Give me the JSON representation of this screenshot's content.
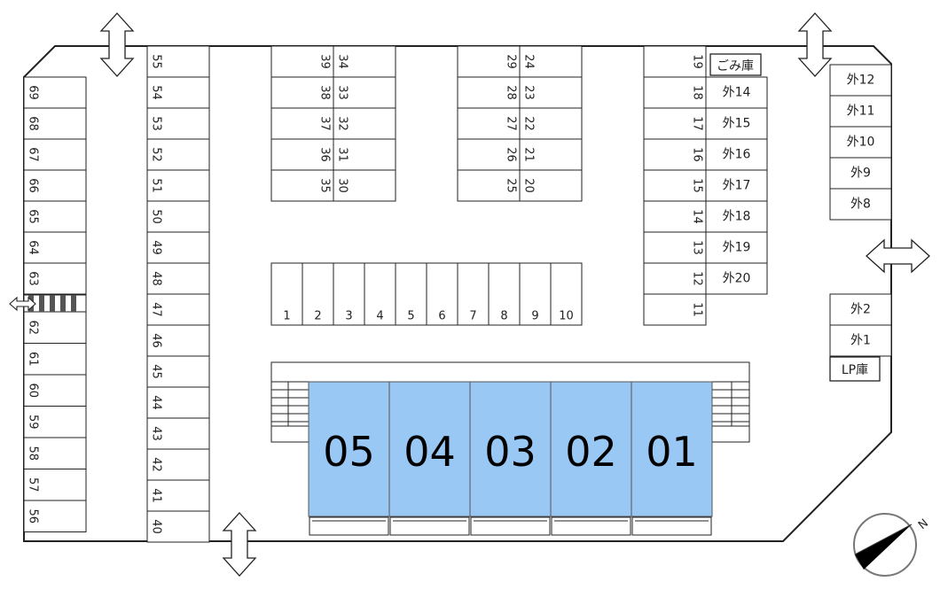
{
  "left_column_a": [
    "69",
    "68",
    "67",
    "66",
    "65",
    "64",
    "63"
  ],
  "left_column_b": [
    "62",
    "61",
    "60",
    "59",
    "58",
    "57",
    "56"
  ],
  "column_40_55": [
    "55",
    "54",
    "53",
    "52",
    "51",
    "50",
    "49",
    "48",
    "47",
    "46",
    "45",
    "44",
    "43",
    "42",
    "41",
    "40"
  ],
  "block_30s": {
    "left": [
      "39",
      "38",
      "37",
      "36",
      "35"
    ],
    "right": [
      "34",
      "33",
      "32",
      "31",
      "30"
    ]
  },
  "block_20s": {
    "left": [
      "29",
      "28",
      "27",
      "26",
      "25"
    ],
    "right": [
      "24",
      "23",
      "22",
      "21",
      "20"
    ]
  },
  "row_1_10": [
    "1",
    "2",
    "3",
    "4",
    "5",
    "6",
    "7",
    "8",
    "9",
    "10"
  ],
  "column_11_19": [
    "19",
    "18",
    "17",
    "16",
    "15",
    "14",
    "13",
    "12",
    "11"
  ],
  "garbage_shed": "ごみ庫",
  "outside_a": [
    "外14",
    "外15",
    "外16",
    "外17",
    "外18",
    "外19",
    "外20"
  ],
  "outside_b": [
    "外12",
    "外11",
    "外10",
    "外9",
    "外8"
  ],
  "outside_c": [
    "外2",
    "外1"
  ],
  "lp_shed": "LP庫",
  "buildings": [
    "05",
    "04",
    "03",
    "02",
    "01"
  ],
  "compass_label": "N",
  "colors": {
    "building_fill": "#99c8f5",
    "line": "#222222",
    "compass_needle": "#000000"
  }
}
